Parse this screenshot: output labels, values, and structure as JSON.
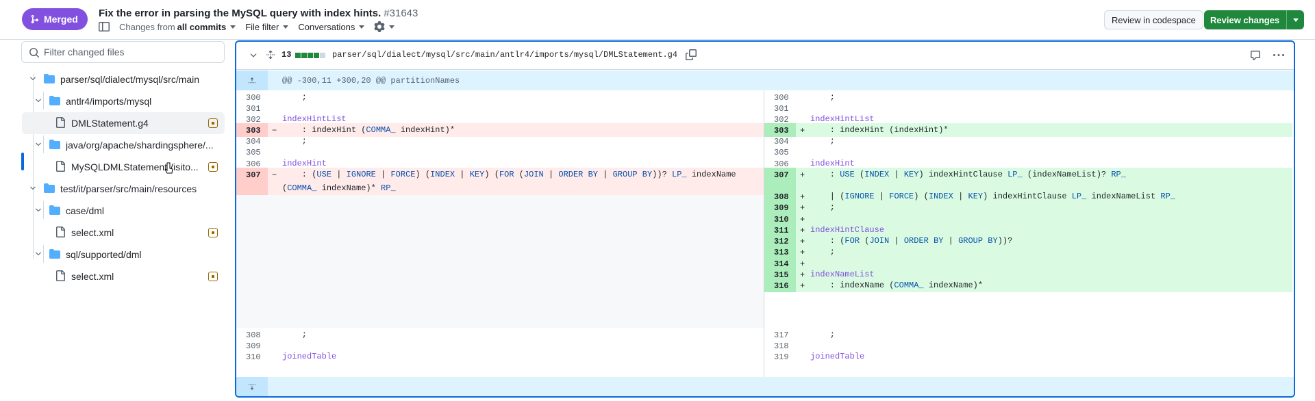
{
  "header": {
    "status": "Merged",
    "title": "Fix the error in parsing the MySQL query with index hints.",
    "number": "#31643",
    "changes_prefix": "Changes from",
    "changes_value": "all commits",
    "file_filter": "File filter",
    "conversations": "Conversations",
    "review_codespace": "Review in codespace",
    "review_changes": "Review changes"
  },
  "sidebar": {
    "filter_placeholder": "Filter changed files",
    "tree": [
      {
        "type": "folder",
        "label": "parser/sql/dialect/mysql/src/main"
      },
      {
        "type": "folder",
        "label": "antlr4/imports/mysql"
      },
      {
        "type": "file",
        "label": "DMLStatement.g4"
      },
      {
        "type": "folder",
        "label": "java/org/apache/shardingsphere/..."
      },
      {
        "type": "file",
        "label": "MySQLDMLStatementVisito..."
      },
      {
        "type": "folder",
        "label": "test/it/parser/src/main/resources"
      },
      {
        "type": "folder",
        "label": "case/dml"
      },
      {
        "type": "file",
        "label": "select.xml"
      },
      {
        "type": "folder",
        "label": "sql/supported/dml"
      },
      {
        "type": "file",
        "label": "select.xml"
      }
    ]
  },
  "diff": {
    "count": "13",
    "diffstat": {
      "additions_blocks": 4,
      "neutral_blocks": 1
    },
    "path": "parser/sql/dialect/mysql/src/main/antlr4/imports/mysql/DMLStatement.g4",
    "hunk": "@@ -300,11 +300,20 @@ partitionNames",
    "left": [
      {
        "num": "300",
        "code": "    ;"
      },
      {
        "num": "301",
        "code": ""
      },
      {
        "num": "302",
        "code": "indexHintList"
      },
      {
        "num": "303",
        "code": "    : indexHint (COMMA_ indexHint)*"
      },
      {
        "num": "304",
        "code": "    ;"
      },
      {
        "num": "305",
        "code": ""
      },
      {
        "num": "306",
        "code": "indexHint"
      },
      {
        "num": "307",
        "code": "    : (USE | IGNORE | FORCE) (INDEX | KEY) (FOR (JOIN | ORDER BY | GROUP BY))? LP_ indexName"
      },
      {
        "num": "",
        "code": "(COMMA_ indexName)* RP_"
      },
      {
        "num": "308",
        "code": "    ;"
      },
      {
        "num": "309",
        "code": ""
      },
      {
        "num": "310",
        "code": "joinedTable"
      }
    ],
    "right": [
      {
        "num": "300",
        "code": "    ;"
      },
      {
        "num": "301",
        "code": ""
      },
      {
        "num": "302",
        "code": "indexHintList"
      },
      {
        "num": "303",
        "code": "    : indexHint (indexHint)*"
      },
      {
        "num": "304",
        "code": "    ;"
      },
      {
        "num": "305",
        "code": ""
      },
      {
        "num": "306",
        "code": "indexHint"
      },
      {
        "num": "307",
        "code": "    : USE (INDEX | KEY) indexHintClause LP_ (indexNameList)? RP_"
      },
      {
        "num": "308",
        "code": "    | (IGNORE | FORCE) (INDEX | KEY) indexHintClause LP_ indexNameList RP_"
      },
      {
        "num": "309",
        "code": "    ;"
      },
      {
        "num": "310",
        "code": ""
      },
      {
        "num": "311",
        "code": "indexHintClause"
      },
      {
        "num": "312",
        "code": "    : (FOR (JOIN | ORDER BY | GROUP BY))?"
      },
      {
        "num": "313",
        "code": "    ;"
      },
      {
        "num": "314",
        "code": ""
      },
      {
        "num": "315",
        "code": "indexNameList"
      },
      {
        "num": "316",
        "code": "    : indexName (COMMA_ indexName)*"
      },
      {
        "num": "317",
        "code": "    ;"
      },
      {
        "num": "318",
        "code": ""
      },
      {
        "num": "319",
        "code": "joinedTable"
      }
    ]
  }
}
